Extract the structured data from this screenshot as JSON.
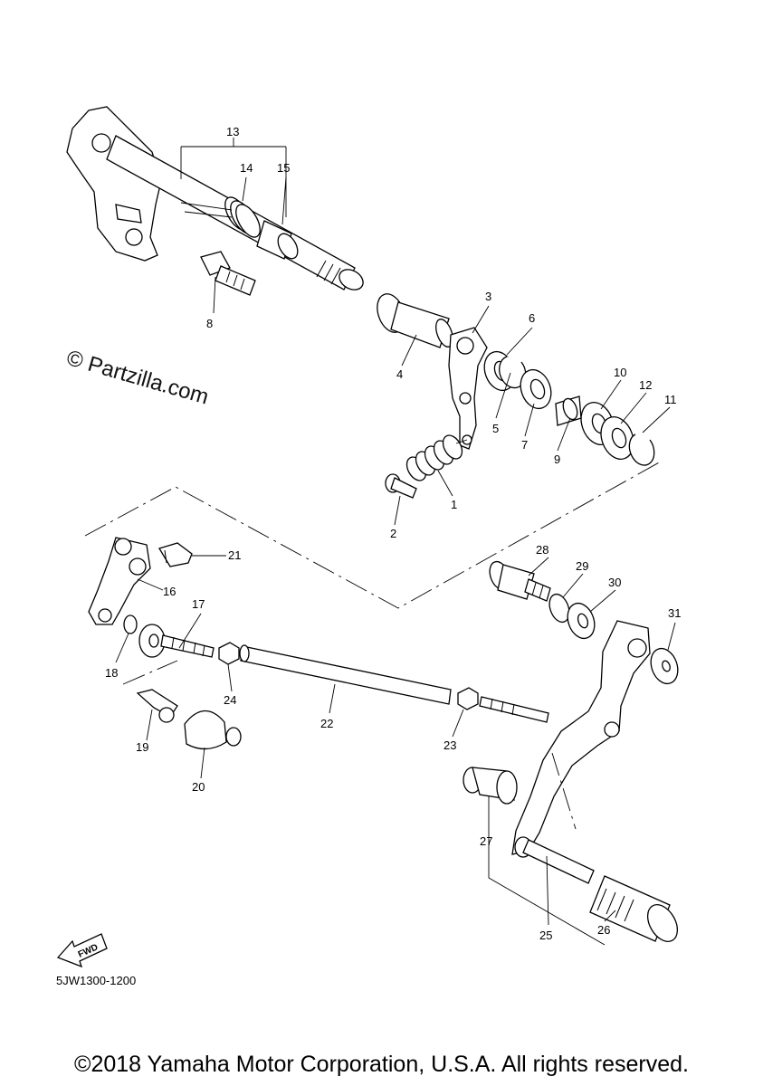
{
  "watermark": "© Partzilla.com",
  "diagram_code": "5JW1300-1200",
  "fwd_label": "FWD",
  "copyright": "©2018 Yamaha Motor Corporation, U.S.A. All rights reserved.",
  "callouts": {
    "c1": "1",
    "c2": "2",
    "c3": "3",
    "c4": "4",
    "c5": "5",
    "c6": "6",
    "c7": "7",
    "c8": "8",
    "c9": "9",
    "c10": "10",
    "c11": "11",
    "c12": "12",
    "c13": "13",
    "c14": "14",
    "c15": "15",
    "c16": "16",
    "c17": "17",
    "c18": "18",
    "c19": "19",
    "c20": "20",
    "c21": "21",
    "c22": "22",
    "c23": "23",
    "c24": "24",
    "c25": "25",
    "c26": "26",
    "c27": "27",
    "c28": "28",
    "c29": "29",
    "c30": "30",
    "c31": "31"
  }
}
